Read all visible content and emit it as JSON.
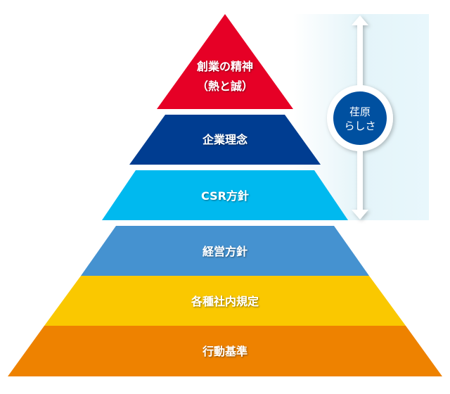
{
  "pyramid": {
    "layers": [
      {
        "lines": [
          "創業の精神",
          "（熱と誠）"
        ],
        "color": "#e60026"
      },
      {
        "lines": [
          "企業理念"
        ],
        "color": "#003d91"
      },
      {
        "lines": [
          "CSR方針"
        ],
        "color": "#00b9ef"
      },
      {
        "lines": [
          "経営方針"
        ],
        "color": "#4592d0"
      },
      {
        "lines": [
          "各種社内規定"
        ],
        "color": "#fac800"
      },
      {
        "lines": [
          "行動基準"
        ],
        "color": "#ee8200"
      }
    ]
  },
  "bracket": {
    "label_lines": [
      "荏原",
      "らしさ"
    ],
    "circle_color": "#0050a0",
    "icon": "double-arrow-vertical-icon"
  }
}
